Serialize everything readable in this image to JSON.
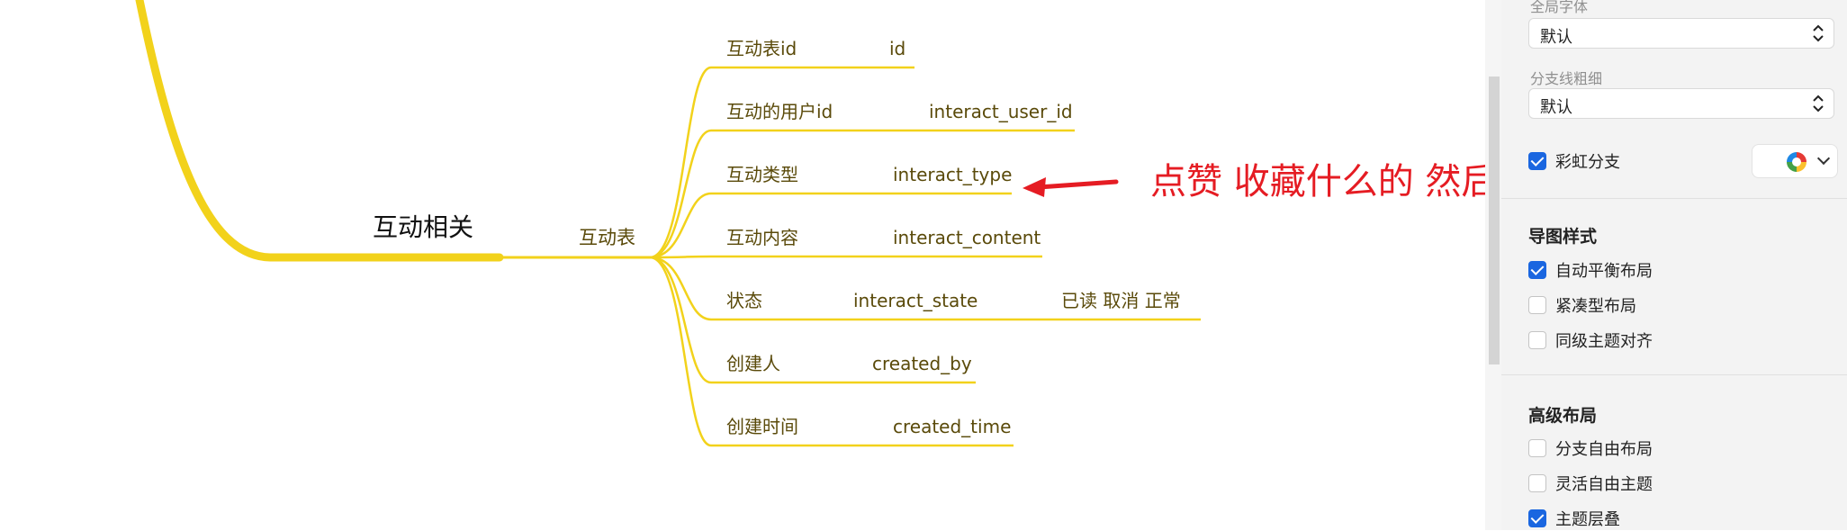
{
  "mindmap": {
    "branch_color": "#f2d21b",
    "main_topic": "互动相关",
    "sub_topic": "互动表",
    "fields": [
      {
        "label": "互动表id",
        "code": "id",
        "extra": ""
      },
      {
        "label": "互动的用户id",
        "code": "interact_user_id",
        "extra": ""
      },
      {
        "label": "互动类型",
        "code": "interact_type",
        "extra": ""
      },
      {
        "label": "互动内容",
        "code": "interact_content",
        "extra": ""
      },
      {
        "label": "状态",
        "code": "interact_state",
        "extra": "已读 取消  正常"
      },
      {
        "label": "创建人",
        "code": "created_by",
        "extra": ""
      },
      {
        "label": "创建时间",
        "code": "created_time",
        "extra": ""
      }
    ],
    "annotation": {
      "text": "点赞 收藏什么的 然后分别在前端渲染出来",
      "color": "#e51c23"
    }
  },
  "panel": {
    "global_font_label": "全局字体",
    "global_font_value": "默认",
    "branch_width_label": "分支线粗细",
    "branch_width_value": "默认",
    "rainbow_branch_label": "彩虹分支",
    "rainbow_branch_checked": true,
    "map_style_title": "导图样式",
    "map_style_options": [
      {
        "label": "自动平衡布局",
        "checked": true
      },
      {
        "label": "紧凑型布局",
        "checked": false
      },
      {
        "label": "同级主题对齐",
        "checked": false
      }
    ],
    "advanced_title": "高级布局",
    "advanced_options": [
      {
        "label": "分支自由布局",
        "checked": false
      },
      {
        "label": "灵活自由主题",
        "checked": false
      },
      {
        "label": "主题层叠",
        "checked": true
      }
    ],
    "accent_color": "#1a66e0",
    "color_icon": "color-wheel-icon"
  }
}
